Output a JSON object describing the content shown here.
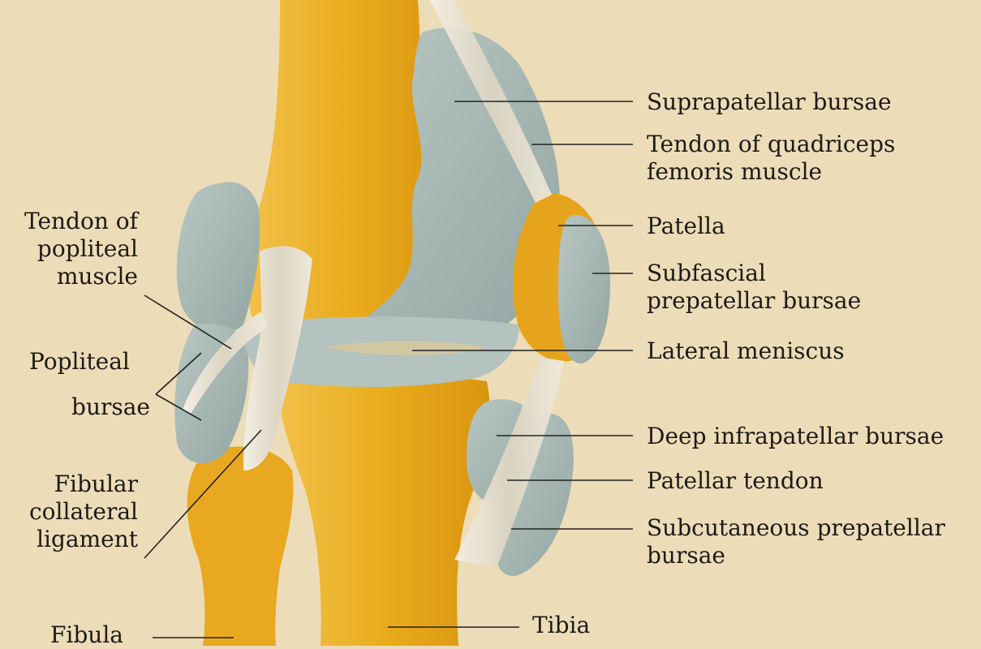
{
  "colors": {
    "background": "#eddcb8",
    "bone": "#e9ac1c",
    "bursa": "#a9b9b5",
    "tendon": "#e7e1d2",
    "leader": "#222222"
  },
  "labels": {
    "suprapatellar_bursae": "Suprapatellar bursae",
    "quadriceps_tendon": [
      "Tendon of quadriceps",
      "femoris muscle"
    ],
    "patella": "Patella",
    "subfascial_prepatellar_bursae": [
      "Subfascial",
      "prepatellar bursae"
    ],
    "lateral_meniscus": "Lateral meniscus",
    "deep_infrapatellar_bursae": "Deep infrapatellar bursae",
    "patellar_tendon": "Patellar tendon",
    "subcutaneous_prepatellar_bursae": [
      "Subcutaneous prepatellar",
      "bursae"
    ],
    "popliteal_muscle_tendon": [
      "Tendon of",
      "popliteal",
      "muscle"
    ],
    "popliteal_bursae": [
      "Popliteal",
      "bursae"
    ],
    "fibular_collateral_ligament": [
      "Fibular",
      "collateral",
      "ligament"
    ],
    "fibula": "Fibula",
    "tibia": "Tibia"
  }
}
